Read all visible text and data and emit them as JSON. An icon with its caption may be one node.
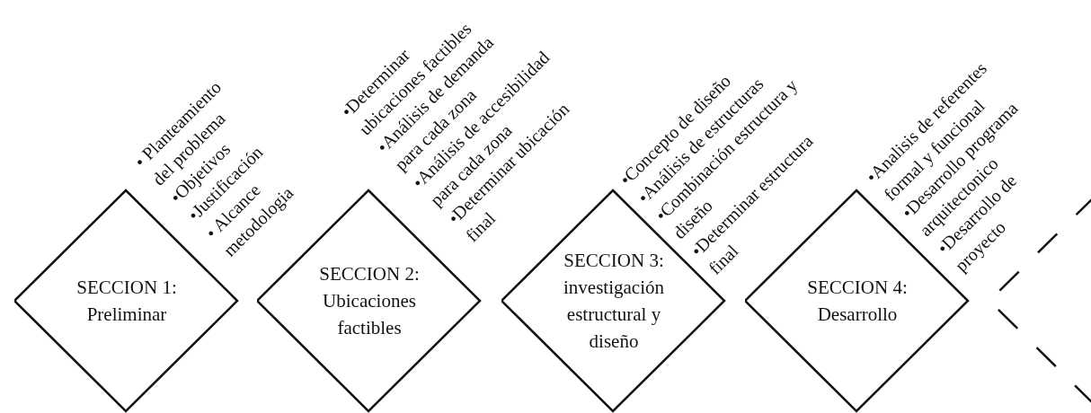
{
  "diagram": {
    "nodes": [
      {
        "text": [
          "SECCION 1:",
          "Preliminar"
        ],
        "beside": [
          "• Planteamiento del problema",
          "•Objetivos",
          "•Justificación",
          "• Alcance metodologia"
        ]
      },
      {
        "text": [
          "SECCION 2:",
          "Ubicaciones factibles"
        ],
        "beside": [
          "•Determinar ubicaciones factibles",
          "•Análisis de demanda para cada zona",
          "•Análisis de accesibilidad para cada zona",
          "•Determinar ubicación final"
        ]
      },
      {
        "text": [
          "SECCION 3:",
          "investigación estructural y diseño"
        ],
        "beside": [
          "•Concepto de diseño",
          "•Análisis de estructuras",
          "•Combinación estructura y diseño",
          "•Determinar estructura final"
        ]
      },
      {
        "text": [
          "SECCION 4:",
          "Desarrollo"
        ],
        "beside": [
          "•Analisis de referentes formal y funcional",
          "•Desarrollo programa arquitectonico",
          "•Desarrollo de proyecto"
        ]
      },
      {
        "text": [],
        "shape": "diamond"
      }
    ],
    "edges": []
  }
}
